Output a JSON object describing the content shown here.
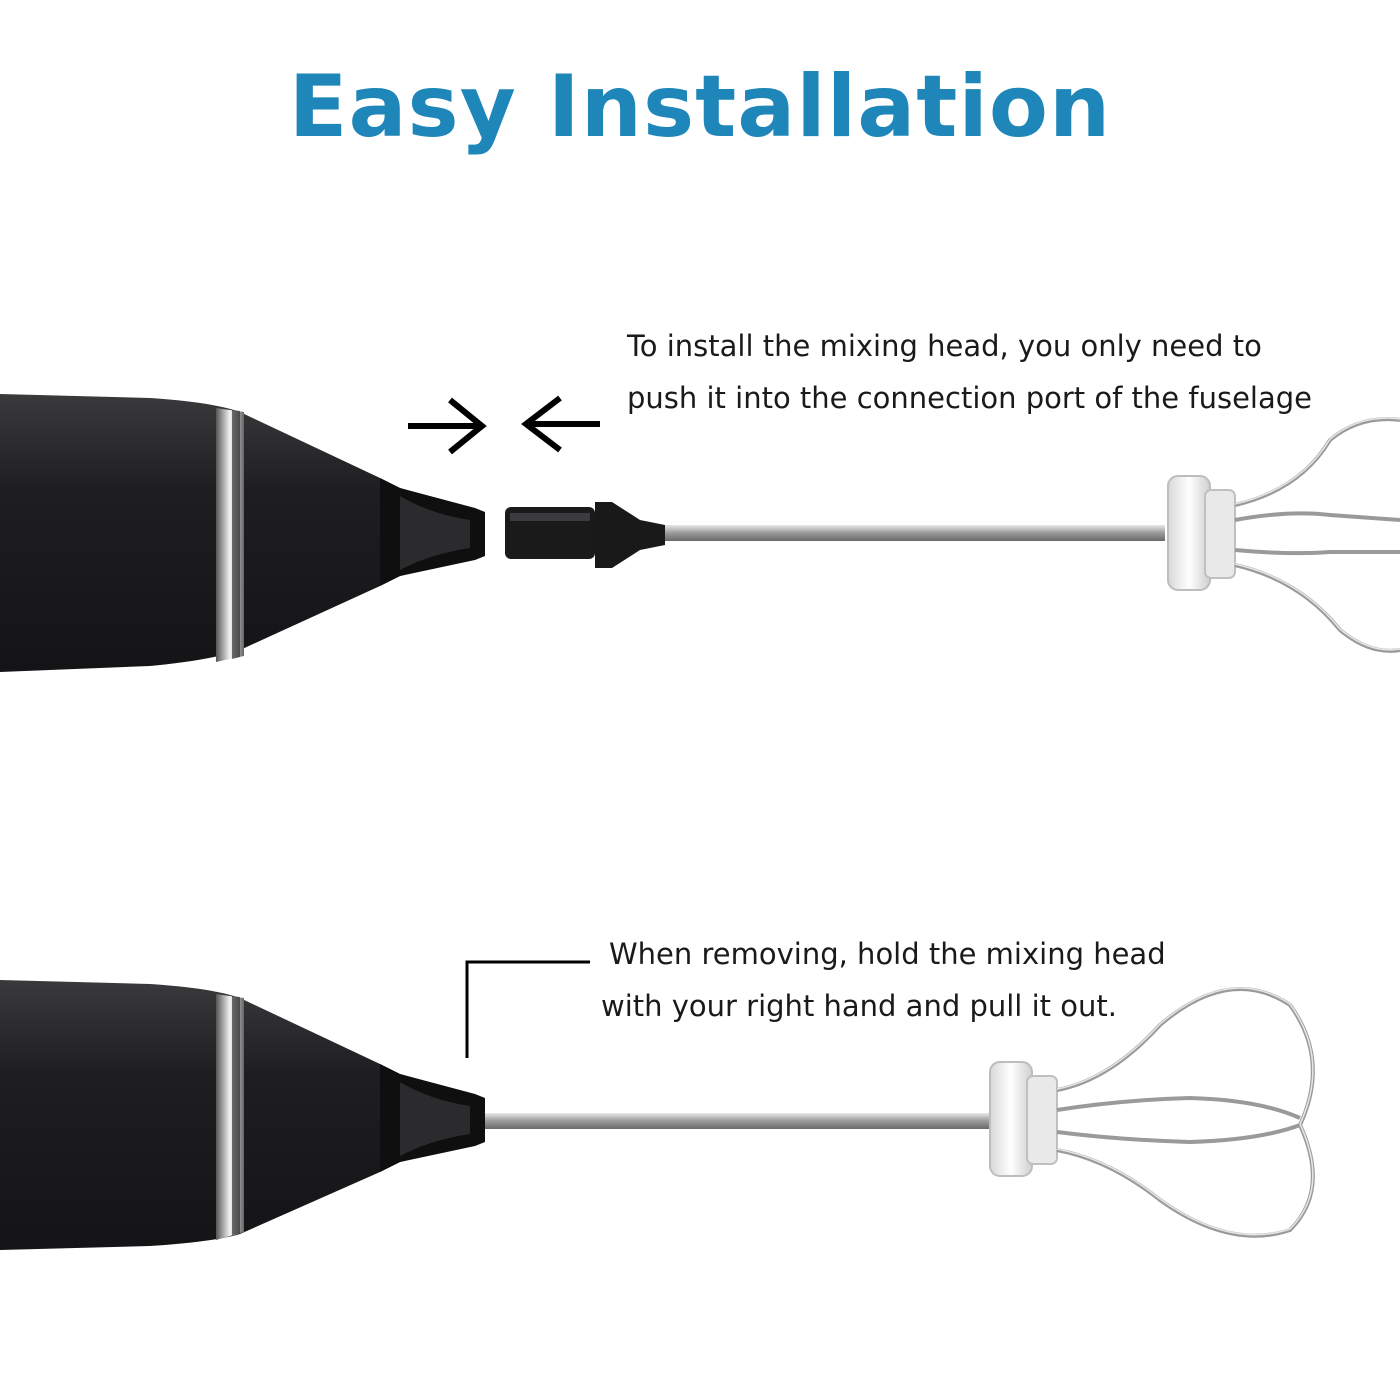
{
  "title": "Easy Installation",
  "colors": {
    "title": "#1e86b8",
    "handle": "#1c1c1e",
    "ring": "#c8c8c8",
    "shaft": "#b0b0b0",
    "arrow": "#000000"
  },
  "install_step": {
    "caption_lines": [
      "To install the mixing head, you only need to",
      "push it into the connection port of the fuselage"
    ],
    "arrows": [
      "arrow-right-icon",
      "arrow-left-icon"
    ]
  },
  "remove_step": {
    "caption_lines": [
      "When removing, hold the mixing head",
      "with your right hand and pull it out."
    ]
  }
}
